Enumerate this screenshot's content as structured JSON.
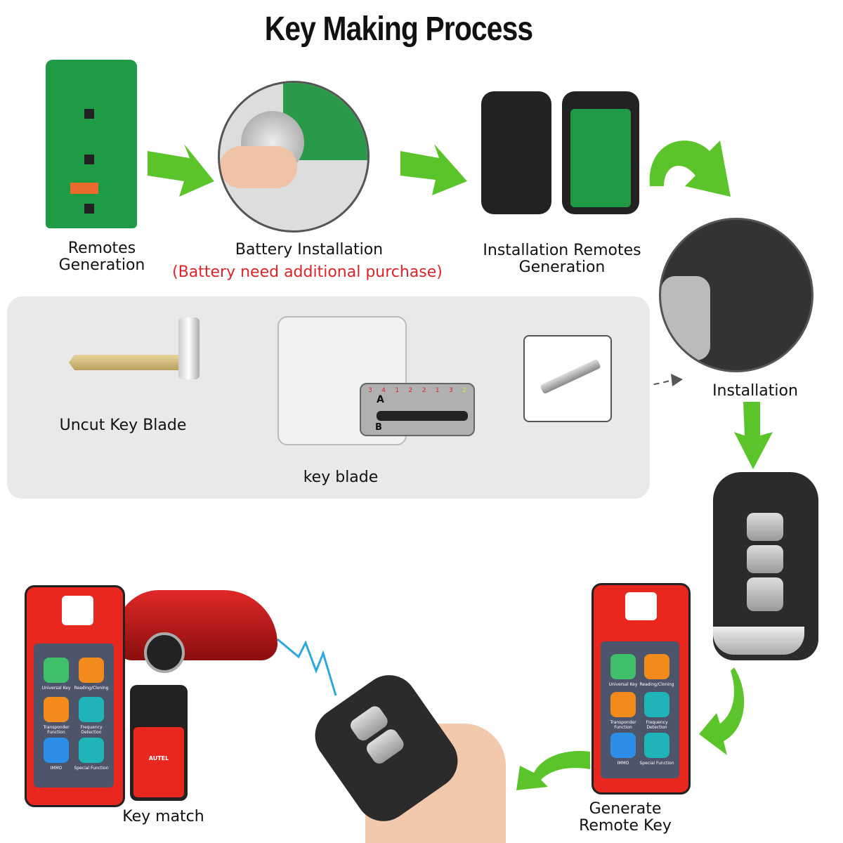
{
  "title": "Key Making Process",
  "steps": {
    "remotes_generation": "Remotes\nGeneration",
    "battery_installation": "Battery Installation",
    "battery_note": "(Battery need additional purchase)",
    "installation_remotes_generation": "Installation Remotes\nGeneration",
    "installation": "Installation",
    "uncut_key_blade": "Uncut Key  Blade",
    "key_blade": "key blade",
    "key_match": "Key match",
    "generate_remote_key": "Generate\nRemote Key"
  },
  "key_code": {
    "label_a": "A",
    "label_b": "B",
    "digits": [
      "3",
      "4",
      "1",
      "2",
      "2",
      "1",
      "3",
      "2"
    ]
  },
  "tablet_apps": [
    {
      "label": "Universal Key",
      "color": "#3fbf6a"
    },
    {
      "label": "Reading/Cloning",
      "color": "#f38a1c"
    },
    {
      "label": "Transponder Function",
      "color": "#f38a1c"
    },
    {
      "label": "Frequency Detection",
      "color": "#1fb5b8"
    },
    {
      "label": "IMMO",
      "color": "#2d8ee8"
    },
    {
      "label": "Special Function",
      "color": "#1fb5b8"
    }
  ],
  "brand": "AUTEL",
  "colors": {
    "arrow": "#5cc42b",
    "accent_red": "#e0232a",
    "panel": "#e9e9e9"
  }
}
